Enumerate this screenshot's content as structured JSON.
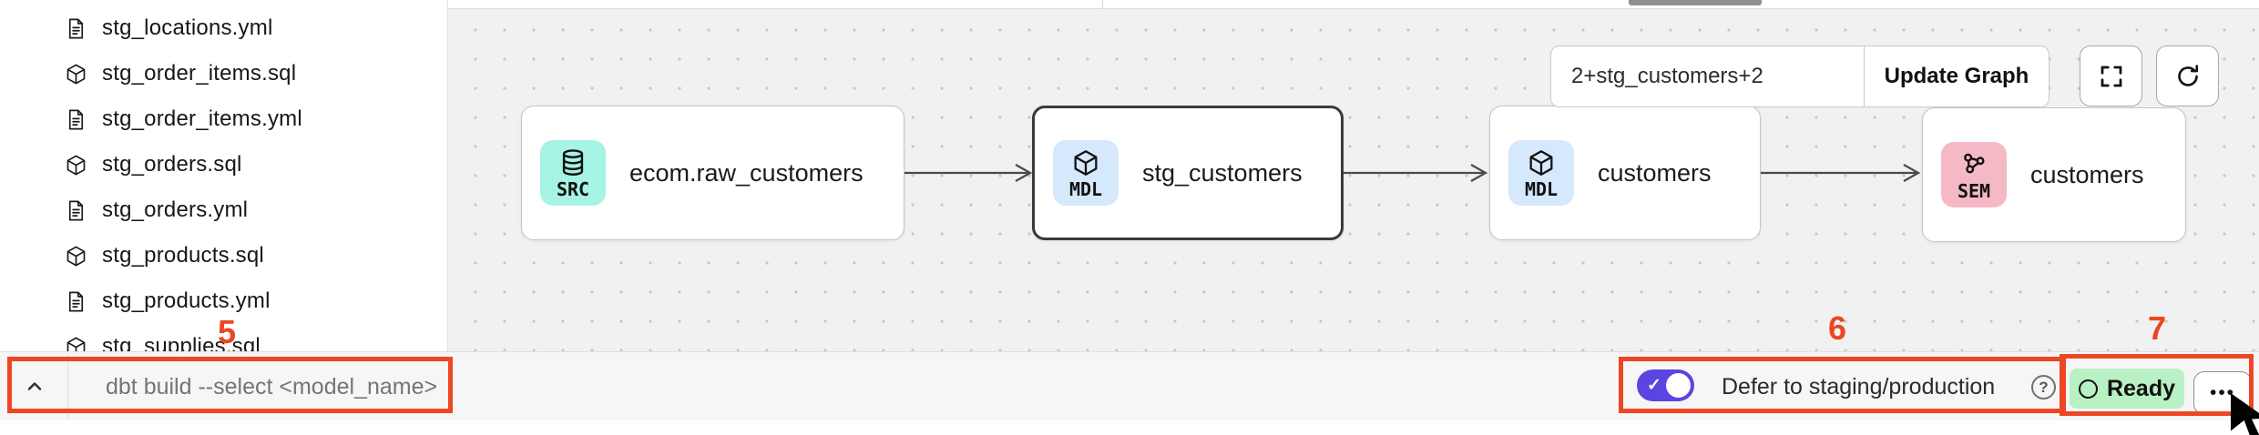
{
  "sidebar": {
    "files": [
      {
        "label": "stg_locations.yml",
        "icon": "document-icon"
      },
      {
        "label": "stg_order_items.sql",
        "icon": "model-cube-icon"
      },
      {
        "label": "stg_order_items.yml",
        "icon": "document-icon"
      },
      {
        "label": "stg_orders.sql",
        "icon": "model-cube-icon"
      },
      {
        "label": "stg_orders.yml",
        "icon": "document-icon"
      },
      {
        "label": "stg_products.sql",
        "icon": "model-cube-icon"
      },
      {
        "label": "stg_products.yml",
        "icon": "document-icon"
      },
      {
        "label": "stg_supplies.sql",
        "icon": "model-cube-icon"
      }
    ]
  },
  "lineage": {
    "selector_input_value": "2+stg_customers+2",
    "update_graph_label": "Update Graph",
    "nodes": [
      {
        "badge": "SRC",
        "label": "ecom.raw_customers",
        "badge_color": "#a6f4e3",
        "icon": "database-icon",
        "selected": false
      },
      {
        "badge": "MDL",
        "label": "stg_customers",
        "badge_color": "#d5e8fc",
        "icon": "model-cube-icon",
        "selected": true
      },
      {
        "badge": "MDL",
        "label": "customers",
        "badge_color": "#d5e8fc",
        "icon": "model-cube-icon",
        "selected": false
      },
      {
        "badge": "SEM",
        "label": "customers",
        "badge_color": "#f5b8c5",
        "icon": "semantic-model-icon",
        "selected": false
      }
    ]
  },
  "command_bar": {
    "command_placeholder": "dbt build --select <model_name>"
  },
  "status_bar": {
    "defer_toggle_on": true,
    "defer_check_glyph": "✓",
    "defer_label": "Defer to staging/production",
    "help_glyph": "?",
    "ready_label": "Ready",
    "more_menu_glyph": "•••"
  },
  "annotations": {
    "box5": "5",
    "box6": "6",
    "box7": "7"
  },
  "colors": {
    "toggle_purple": "#5b45e0",
    "ready_green": "#b9f0c4",
    "src_badge_mint": "#a6f4e3",
    "mdl_badge_blue": "#d5e8fc",
    "sem_badge_pink": "#f5b8c5",
    "annotation_red": "#ed4623",
    "canvas_gray": "#f1f1f1"
  }
}
